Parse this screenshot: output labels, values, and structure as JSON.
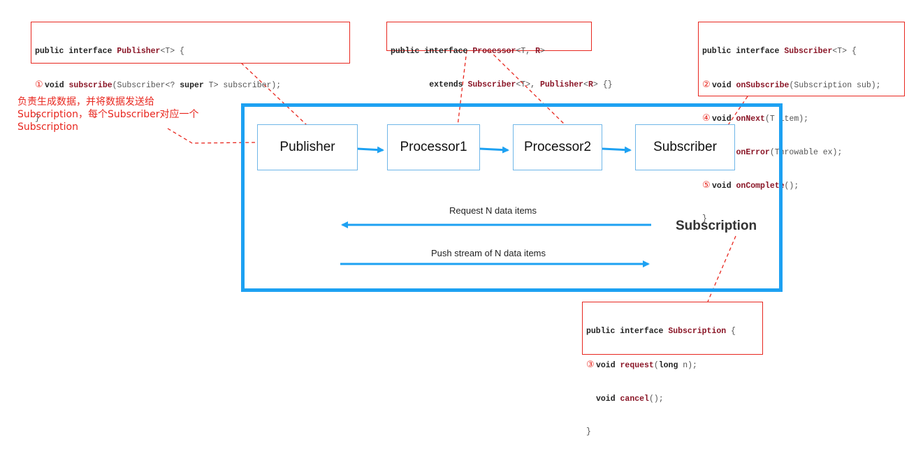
{
  "boxes": {
    "publisher": {
      "line1": {
        "kw": "public interface ",
        "ty": "Publisher",
        "tail": "<T> {"
      },
      "line2": {
        "num": "①",
        "kw": "void ",
        "fn": "subscribe",
        "pre": "(Subscriber<? ",
        "kw2": "super",
        "post": " T> subscriber);"
      },
      "line3": "}"
    },
    "processor": {
      "line1": {
        "kw": "public interface ",
        "ty": "Processor",
        "tail1": "<T, ",
        "r": "R",
        "tail2": ">"
      },
      "line2": {
        "indent": "        ",
        "kw": "extends ",
        "ty1": "Subscriber",
        "mid": "<T>, ",
        "ty2": "Publisher",
        "lt": "<",
        "r": "R",
        "tail": "> {}"
      }
    },
    "subscriber": {
      "line1": {
        "kw": "public interface ",
        "ty": "Subscriber",
        "tail": "<T> {"
      },
      "line2": {
        "num": "②",
        "kw": "void ",
        "fn": "onSubscribe",
        "tail": "(Subscription sub);"
      },
      "line3": {
        "num": "④",
        "kw": "void ",
        "fn": "onNext",
        "tail": "(T item);"
      },
      "line4": {
        "num": " ",
        "kw": "void ",
        "fn": "onError",
        "tail": "(Throwable ex);"
      },
      "line5": {
        "num": "⑤",
        "kw": "void ",
        "fn": "onComplete",
        "tail": "();"
      },
      "line6": "}"
    },
    "subscription": {
      "line1": {
        "kw": "public interface ",
        "ty": "Subscription",
        "tail": " {"
      },
      "line2": {
        "num": "③",
        "kw": "void ",
        "fn": "request",
        "pre": "(",
        "kw2": "long",
        "post": " n);"
      },
      "line3": {
        "num": " ",
        "kw": "void ",
        "fn": "cancel",
        "tail": "();"
      },
      "line4": "}"
    }
  },
  "nodes": {
    "publisher": "Publisher",
    "processor1": "Processor1",
    "processor2": "Processor2",
    "subscriber": "Subscriber"
  },
  "labels": {
    "request": "Request N data items",
    "push": "Push stream of  N data items",
    "subscription": "Subscription"
  },
  "note": {
    "line1": "负责生成数据，并将数据发送给",
    "line2": "Subscription，每个Subscriber对应一个",
    "line3": "Subscription"
  },
  "colors": {
    "frame": "#1da1f2",
    "arrow": "#1da1f2",
    "annotation": "#e8271f"
  }
}
